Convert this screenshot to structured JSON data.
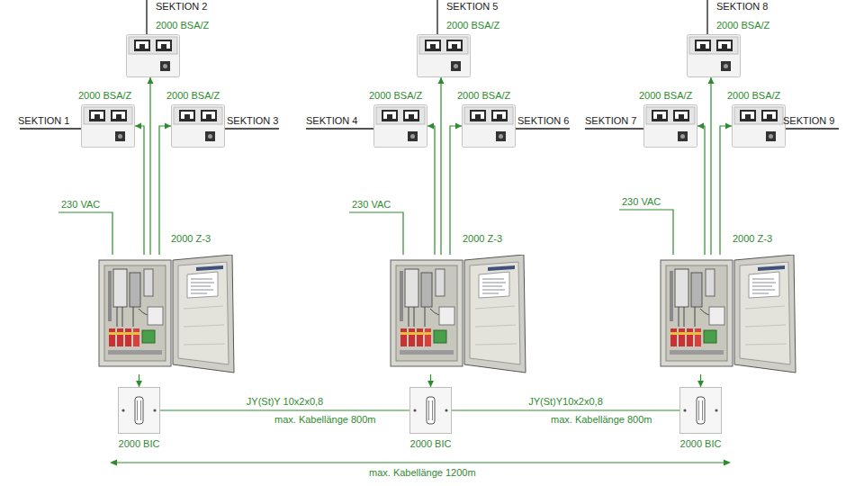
{
  "diagram": {
    "nodes": [
      {
        "text": [
          "2000 BSA/Z"
        ]
      },
      {
        "text": [
          "2000 BSA/Z"
        ]
      },
      {
        "text": [
          "2000 BSA/Z"
        ]
      },
      {
        "text": [
          "2000 BSA/Z"
        ]
      },
      {
        "text": [
          "2000 BSA/Z"
        ]
      },
      {
        "text": [
          "2000 BSA/Z"
        ]
      },
      {
        "text": [
          "2000 BSA/Z"
        ]
      },
      {
        "text": [
          "2000 BSA/Z"
        ]
      },
      {
        "text": [
          "2000 BSA/Z"
        ]
      },
      {
        "text": [
          "2000 Z-3"
        ]
      },
      {
        "text": [
          "2000 Z-3"
        ]
      },
      {
        "text": [
          "2000 Z-3"
        ]
      },
      {
        "text": [
          "2000 BIC"
        ]
      },
      {
        "text": [
          "2000 BIC"
        ]
      },
      {
        "text": [
          "2000 BIC"
        ]
      }
    ],
    "edges": [
      {
        "from": 9,
        "to": 3,
        "arrow": "to"
      },
      {
        "from": 9,
        "to": 0,
        "arrow": "to"
      },
      {
        "from": 9,
        "to": 4,
        "arrow": "to"
      },
      {
        "from": 9,
        "to": 12,
        "arrow": "to"
      },
      {
        "from": 10,
        "to": 5,
        "arrow": "to"
      },
      {
        "from": 10,
        "to": 1,
        "arrow": "to"
      },
      {
        "from": 10,
        "to": 6,
        "arrow": "to"
      },
      {
        "from": 10,
        "to": 13,
        "arrow": "to"
      },
      {
        "from": 11,
        "to": 7,
        "arrow": "to"
      },
      {
        "from": 11,
        "to": 2,
        "arrow": "to"
      },
      {
        "from": 11,
        "to": 8,
        "arrow": "to"
      },
      {
        "from": 11,
        "to": 14,
        "arrow": "to"
      },
      {
        "from": 12,
        "to": 13,
        "label": "JY(St)Y 10x2x0,8",
        "arrow": "none"
      },
      {
        "from": 13,
        "to": 14,
        "label": "JY(St)Y10x2x0,8",
        "arrow": "none"
      }
    ],
    "labels": [
      "SEKTION 1",
      "SEKTION 2",
      "SEKTION 3",
      "SEKTION 4",
      "SEKTION 5",
      "SEKTION 6",
      "SEKTION 7",
      "SEKTION 8",
      "SEKTION 9",
      "230 VAC",
      "230 VAC",
      "230 VAC",
      "max. Kabellänge 800m",
      "max. Kabellänge 800m",
      "max. Kabellänge 1200m"
    ]
  }
}
